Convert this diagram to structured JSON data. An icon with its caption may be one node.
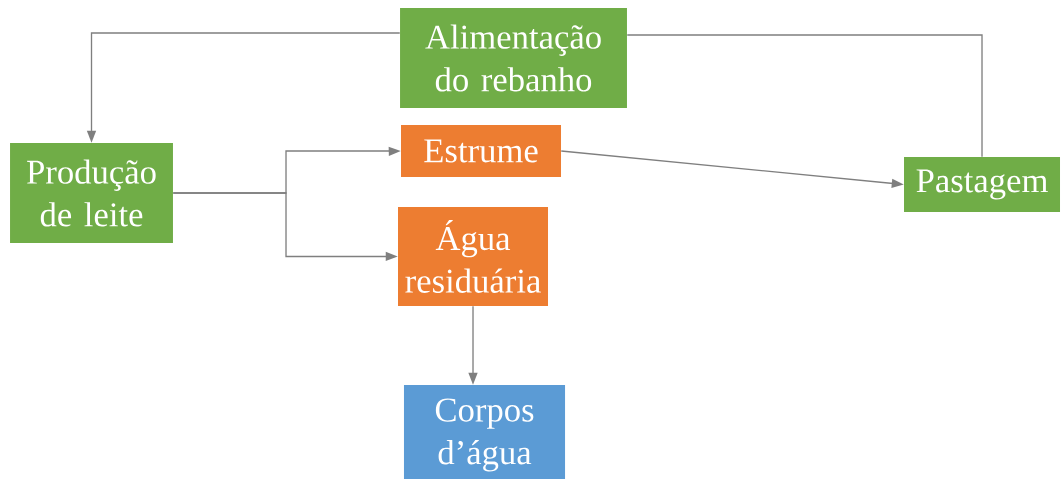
{
  "diagram": {
    "nodes": [
      {
        "text": [
          "Alimentação do rebanho"
        ]
      },
      {
        "text": [
          "Produção de leite"
        ]
      },
      {
        "text": [
          "Estrume"
        ]
      },
      {
        "text": [
          "Água residuária"
        ]
      },
      {
        "text": [
          "Pastagem"
        ]
      },
      {
        "text": [
          "Corpos d’água"
        ]
      }
    ],
    "edges": [
      {
        "from": 0,
        "to": 1,
        "arrow": "to"
      },
      {
        "from": 4,
        "to": 0,
        "arrow": "none"
      },
      {
        "from": 1,
        "to": 2,
        "arrow": "to"
      },
      {
        "from": 1,
        "to": 3,
        "arrow": "to"
      },
      {
        "from": 2,
        "to": 4,
        "arrow": "to"
      },
      {
        "from": 3,
        "to": 5,
        "arrow": "to"
      }
    ]
  }
}
